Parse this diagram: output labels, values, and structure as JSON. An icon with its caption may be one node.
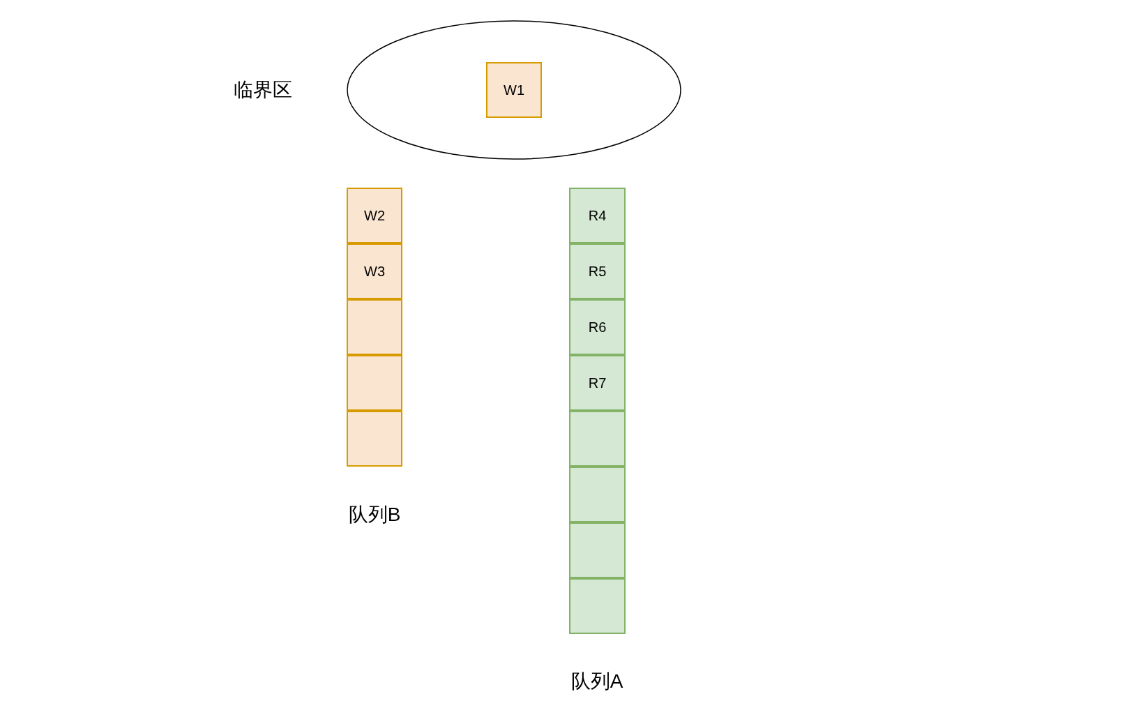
{
  "diagram": {
    "nodes": [
      {
        "text": [],
        "shape": "ellipse",
        "beside": [
          "临界区"
        ]
      },
      {
        "text": [
          "W1"
        ],
        "in": 0
      },
      {
        "text": [
          "W2"
        ]
      },
      {
        "text": [
          "W3"
        ]
      },
      {
        "text": [],
        "shape": "box"
      },
      {
        "text": [],
        "shape": "box"
      },
      {
        "text": [],
        "shape": "box"
      },
      {
        "text": [
          "R4"
        ]
      },
      {
        "text": [
          "R5"
        ]
      },
      {
        "text": [
          "R6"
        ]
      },
      {
        "text": [
          "R7"
        ]
      },
      {
        "text": [],
        "shape": "box"
      },
      {
        "text": [],
        "shape": "box"
      },
      {
        "text": [],
        "shape": "box"
      },
      {
        "text": [],
        "shape": "box"
      }
    ],
    "labels": [
      "队列B",
      "队列A"
    ]
  }
}
